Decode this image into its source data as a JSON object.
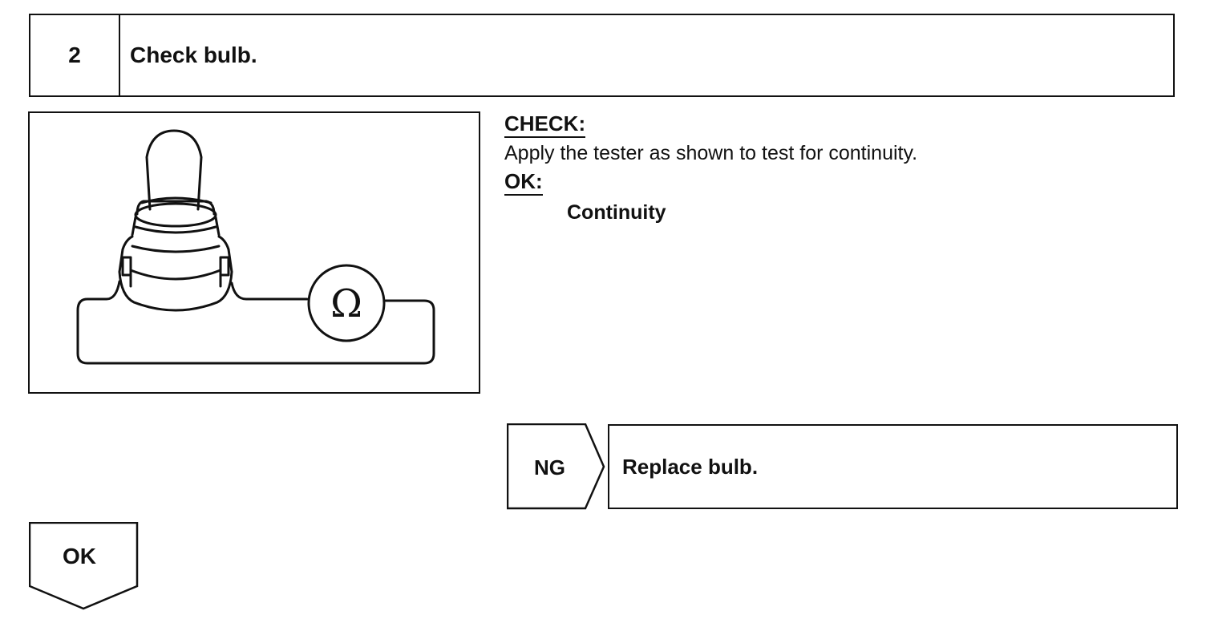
{
  "step": {
    "number": "2",
    "title": "Check bulb."
  },
  "illustration": {
    "meter_symbol": "Ω",
    "icon": "bulb-continuity-tester-icon"
  },
  "check": {
    "heading": "CHECK:",
    "instruction": "Apply the tester as shown to test for continuity.",
    "ok_heading": "OK:",
    "ok_result": "Continuity"
  },
  "ng": {
    "label": "NG",
    "action": "Replace bulb."
  },
  "ok_flow": {
    "label": "OK"
  }
}
